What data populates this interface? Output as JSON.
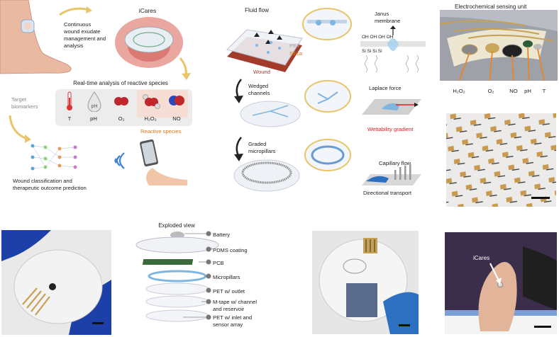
{
  "panel_a": {
    "title": "iCares",
    "continuous_text_1": "Continuous",
    "continuous_text_2": "wound exudate",
    "continuous_text_3": "management and",
    "continuous_text_4": "analysis",
    "realtime_title": "Real-time analysis of reactive species",
    "target_1": "Target",
    "target_2": "biomarkers",
    "species": [
      "T",
      "pH",
      "O₂",
      "H₂O₂",
      "NO"
    ],
    "reactive_species_label": "Reactive species",
    "wound_text_1": "Wound classification and",
    "wound_text_2": "therapeutic outcome prediction"
  },
  "panel_b": {
    "fluid_flow": "Fluid flow",
    "janus_1": "Janus",
    "janus_2": "membrane",
    "pet": "PET",
    "silica": "Silica",
    "wound": "Wound",
    "oh_row": "OH  OH  OH OH",
    "si_row": "Si  Si       Si  Si",
    "wedged_1": "Wedged",
    "wedged_2": "channels",
    "laplace": "Laplace force",
    "wettability": "Wettability gradient",
    "graded_1": "Graded",
    "graded_2": "micropillars",
    "capillary": "Capillary flow",
    "directional": "Directional transport"
  },
  "panel_c": {
    "title": "Electrochemical sensing unit",
    "labels": [
      "H₂O₂",
      "O₂",
      "NO",
      "pH",
      "T"
    ]
  },
  "panel_e": {
    "title": "Exploded view",
    "layers": [
      "Battery",
      "PDMS coating",
      "PCB",
      "Micropillars",
      "PET w/ outlet",
      "M-tape w/ channel",
      "and reservoir",
      "PET w/ inlet and",
      "sensor array"
    ]
  },
  "panel_g": {
    "label": "iCares"
  },
  "colors": {
    "orange": "#d9781a",
    "red": "#e02020",
    "blue": "#3a7fd0",
    "glove": "#1d3fa8",
    "gold": "#c7a153"
  }
}
